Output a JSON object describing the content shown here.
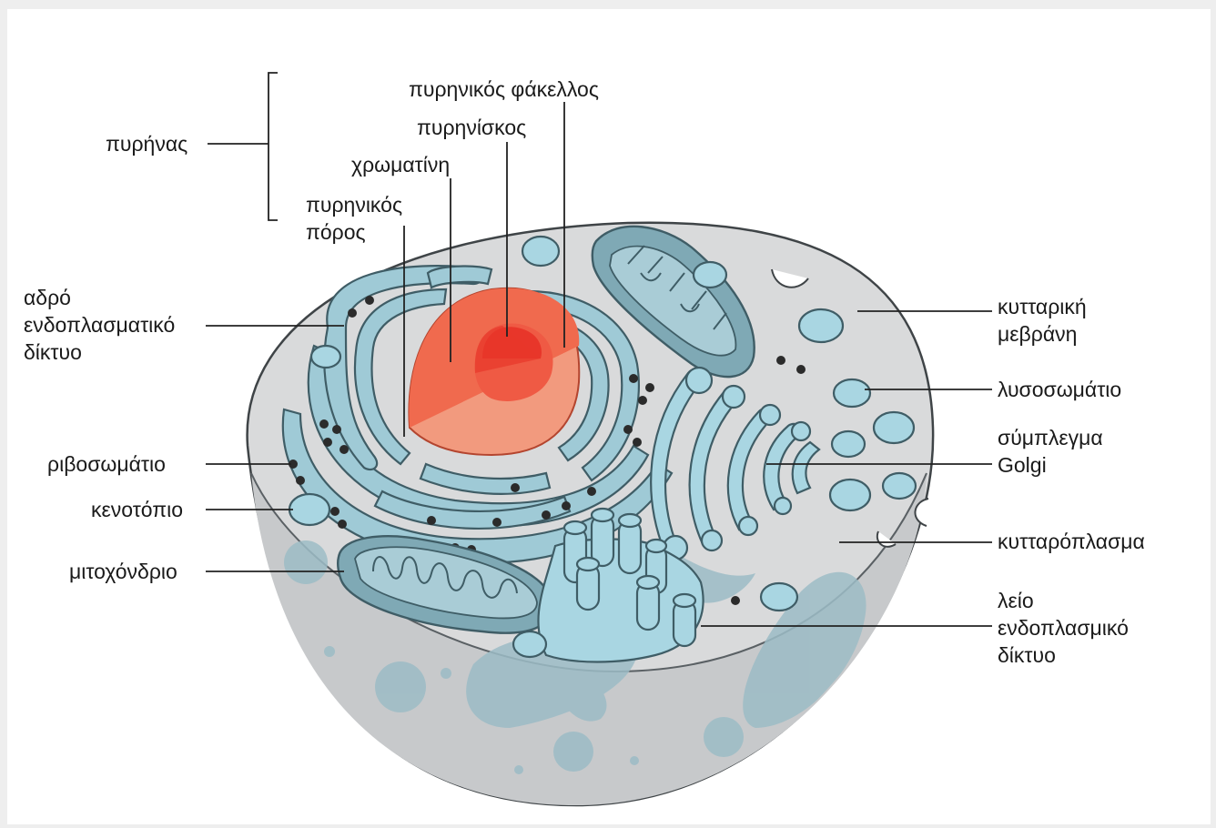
{
  "labels": {
    "nucleus": "πυρήνας",
    "nuclear_envelope": "πυρηνικός φάκελλος",
    "nucleolus": "πυρηνίσκος",
    "chromatin": "χρωματίνη",
    "nuclear_pore": "πυρηνικός\nπόρος",
    "rough_er": "αδρό\nενδοπλασματικό\nδίκτυο",
    "ribosome": "ριβοσωμάτιο",
    "vacuole": "κενοτόπιο",
    "mitochondrion": "μιτοχόνδριο",
    "cell_membrane": "κυτταρική\nμεβράνη",
    "lysosome": "λυσοσωμάτιο",
    "golgi": "σύμπλεγμα\nGolgi",
    "cytoplasm": "κυτταρόπλασμα",
    "smooth_er": "λείο\nενδοπλασμικό\nδίκτυο"
  },
  "colors": {
    "background": "#eeeeee",
    "membrane_fill": "#d9dadb",
    "cytoplasm_floor": "#cbcdcf",
    "organelle": "#9fcad6",
    "organelle_dark": "#6e9dab",
    "organelle_outline": "#3f5d66",
    "nucleus_light": "#f29a7e",
    "nucleus_mid": "#f06a4e",
    "nucleolus": "#e8362a",
    "ribosome": "#2b2b2b",
    "leader_line": "#222222"
  }
}
